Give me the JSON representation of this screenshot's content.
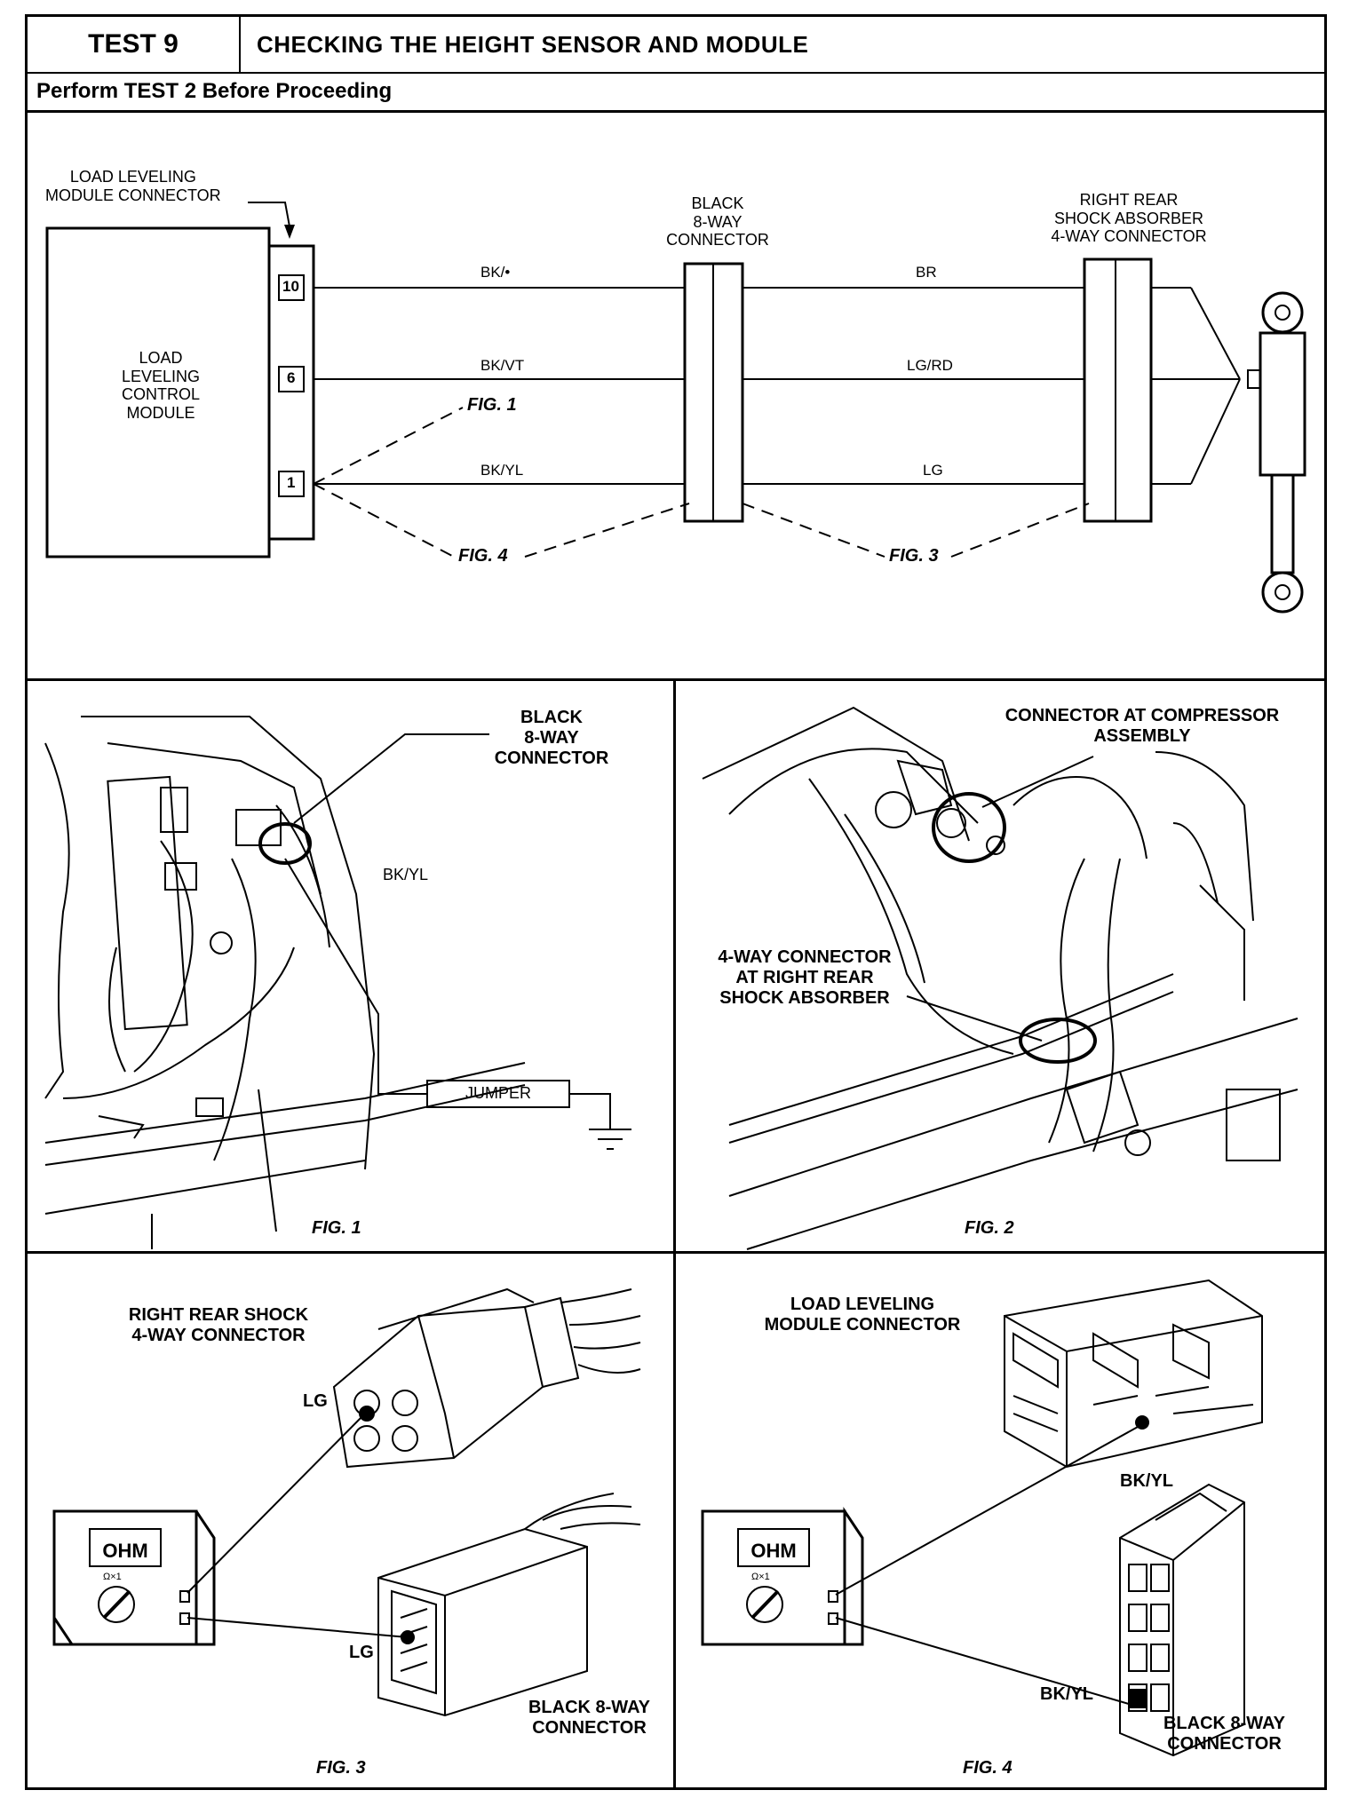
{
  "header": {
    "test_number": "TEST 9",
    "title": "CHECKING THE HEIGHT SENSOR AND MODULE",
    "subtitle": "Perform TEST 2 Before Proceeding"
  },
  "schematic": {
    "module_connector_label": "LOAD LEVELING\nMODULE CONNECTOR",
    "module_label": "LOAD\nLEVELING\nCONTROL\nMODULE",
    "pins": [
      "10",
      "6",
      "1"
    ],
    "black_connector_label": "BLACK\n8-WAY\nCONNECTOR",
    "shock_connector_label": "RIGHT REAR\nSHOCK ABSORBER\n4-WAY CONNECTOR",
    "wires_left": [
      "BK/•",
      "BK/VT",
      "BK/YL"
    ],
    "wires_right": [
      "BR",
      "LG/RD",
      "LG"
    ],
    "fig_refs": [
      "FIG. 1",
      "FIG. 4",
      "FIG. 3"
    ]
  },
  "fig1": {
    "connector_label": "BLACK\n8-WAY\nCONNECTOR",
    "wire_label": "BK/YL",
    "jumper_label": "JUMPER",
    "caption": "FIG. 1"
  },
  "fig2": {
    "compressor_label": "CONNECTOR AT COMPRESSOR\nASSEMBLY",
    "shock_label": "4-WAY CONNECTOR\nAT RIGHT REAR\nSHOCK ABSORBER",
    "caption": "FIG. 2"
  },
  "fig3": {
    "connector_label": "RIGHT REAR SHOCK\n4-WAY CONNECTOR",
    "lg_top": "LG",
    "lg_bottom": "LG",
    "meter_label": "OHM",
    "range_label": "Ω×1",
    "black_label": "BLACK 8-WAY\nCONNECTOR",
    "caption": "FIG. 3"
  },
  "fig4": {
    "module_label": "LOAD LEVELING\nMODULE CONNECTOR",
    "bkyl_top": "BK/YL",
    "bkyl_bottom": "BK/YL",
    "meter_label": "OHM",
    "range_label": "Ω×1",
    "black_label": "BLACK 8-WAY\nCONNECTOR",
    "caption": "FIG. 4"
  }
}
